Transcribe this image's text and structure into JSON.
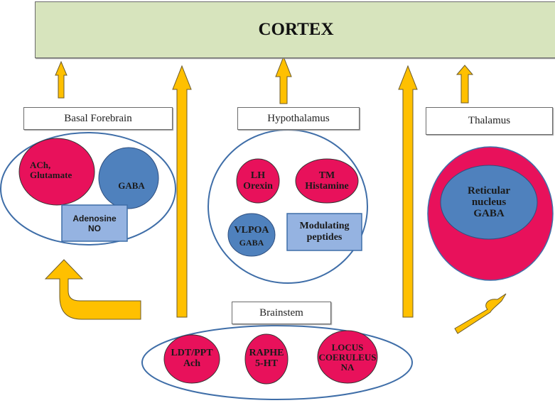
{
  "title": "CORTEX",
  "colors": {
    "cortex_fill": "#d7e4bd",
    "arrow_fill": "#ffc000",
    "excitatory_fill": "#e8115b",
    "inhibitory_fill": "#4f81bd",
    "modulator_fill": "#95b3e1",
    "container_stroke": "#3f6ea8"
  },
  "regions": {
    "basal_forebrain": {
      "label": "Basal Forebrain",
      "nodes": {
        "ach_glutamate": "ACh,\nGlutamate",
        "gaba": "GABA",
        "adenosine_no": "Adenosine\nNO"
      }
    },
    "hypothalamus": {
      "label": "Hypothalamus",
      "nodes": {
        "lh_orexin": "LH\nOrexin",
        "tm_histamine": "TM\nHistamine",
        "vlpoa_gaba_top": "VLPOA",
        "vlpoa_gaba_bottom": "GABA",
        "modulating_peptides": "Modulating\npeptides"
      }
    },
    "thalamus": {
      "label": "Thalamus",
      "nodes": {
        "reticular_nucleus": "Reticular\nnucleus\nGABA"
      }
    },
    "brainstem": {
      "label": "Brainstem",
      "nodes": {
        "ldt_ppt": "LDT/PPT\nAch",
        "raphe": "RAPHE\n5-HT",
        "locus_coeruleus": "LOCUS\nCOERULEUS\nNA"
      }
    }
  }
}
